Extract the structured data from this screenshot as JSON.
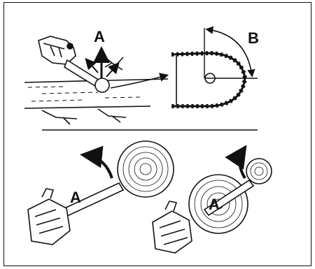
{
  "labels": {
    "a_top": "A",
    "b_top": "B",
    "a_left": "A",
    "a_right": "A"
  },
  "colors": {
    "ink": "#111111",
    "paper": "#ffffff",
    "wood_light": "#f2f2f2"
  }
}
